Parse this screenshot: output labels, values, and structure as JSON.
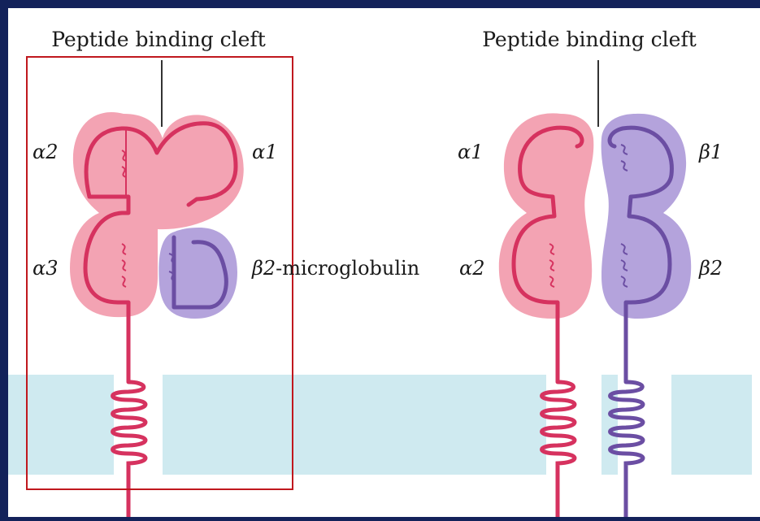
{
  "colors": {
    "frame": "#13225a",
    "panel": "#ffffff",
    "membrane": "#cfeaf0",
    "alpha_fill": "#f3a3b3",
    "alpha_chain": "#d6325f",
    "beta_fill": "#b4a3dc",
    "beta_chain": "#6b4ea3",
    "highlight_box": "#c0181e"
  },
  "left_molecule": {
    "cleft_label": "Peptide binding cleft",
    "domain_a2": "α2",
    "domain_a1": "α1",
    "domain_a3": "α3",
    "beta2_prefix": "β2",
    "beta2_suffix": "-microglobulin"
  },
  "right_molecule": {
    "cleft_label": "Peptide binding cleft",
    "domain_a1": "α1",
    "domain_b1": "β1",
    "domain_a2": "α2",
    "domain_b2": "β2"
  }
}
